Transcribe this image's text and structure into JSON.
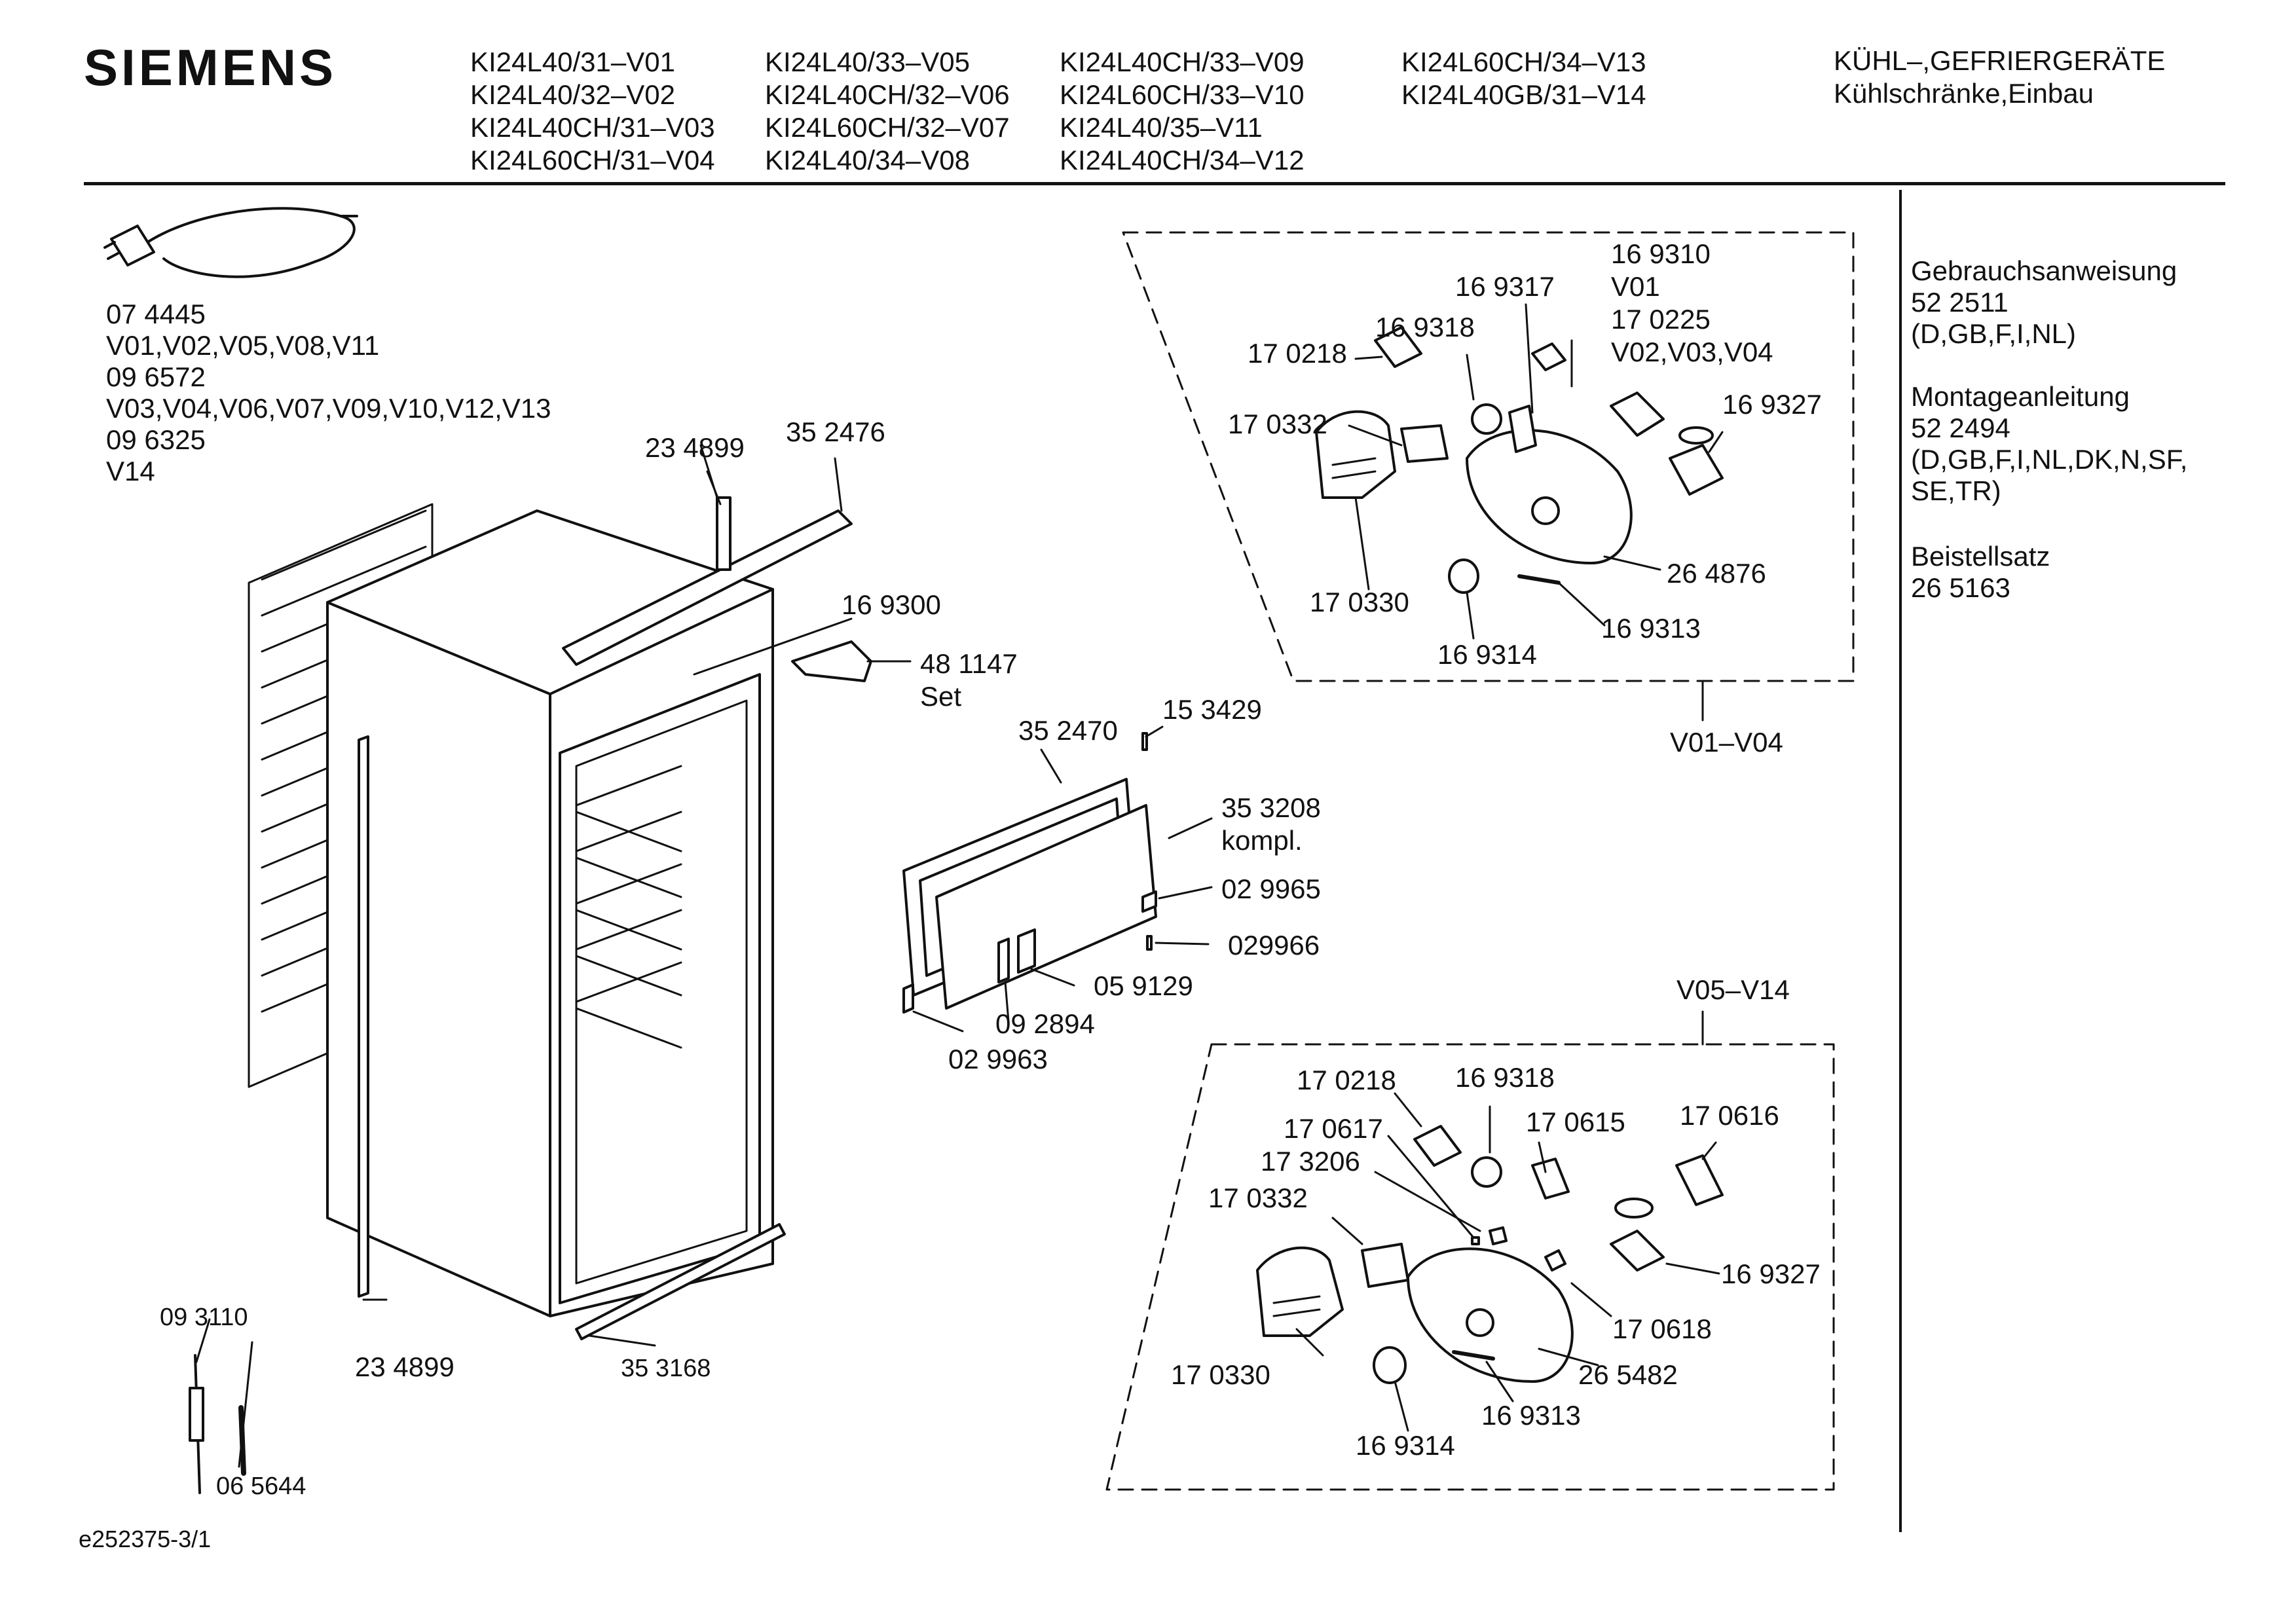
{
  "brand": "SIEMENS",
  "models": [
    [
      "KI24L40/31–V01",
      "KI24L40/32–V02",
      "KI24L40CH/31–V03",
      "KI24L60CH/31–V04"
    ],
    [
      "KI24L40/33–V05",
      "KI24L40CH/32–V06",
      "KI24L60CH/32–V07",
      "KI24L40/34–V08"
    ],
    [
      "KI24L40CH/33–V09",
      "KI24L60CH/33–V10",
      "KI24L40/35–V11",
      "KI24L40CH/34–V12"
    ],
    [
      "KI24L60CH/34–V13",
      "KI24L40GB/31–V14"
    ]
  ],
  "category": {
    "line1": "KÜHL–,GEFRIERGERÄTE",
    "line2": "Kühlschränke,Einbau"
  },
  "sidebar": {
    "manual_title": "Gebrauchsanweisung",
    "manual_text": "52 2511\n(D,GB,F,I,NL)",
    "install_title": "Montageanleitung",
    "install_text": "52 2494\n(D,GB,F,I,NL,DK,N,SF,\nSE,TR)",
    "kit_title": "Beistellsatz",
    "kit_text": "26 5163"
  },
  "power_cord": {
    "text": "07 4445\nV01,V02,V05,V08,V11\n09 6572\nV03,V04,V06,V07,V09,V10,V12,V13\n09 6325\nV14"
  },
  "parts": {
    "p234899_top": "23 4899",
    "p352476": "35 2476",
    "p169300": "16 9300",
    "p481147": "48 1147",
    "p481147_set": "Set",
    "p352470": "35 2470",
    "p153429": "15 3429",
    "p353208": "35 3208",
    "p353208_note": "kompl.",
    "p029965": "02 9965",
    "p029966": "029966",
    "p059129": "05 9129",
    "p092894": "09 2894",
    "p029963": "02 9963",
    "p234899_bottom": "23 4899",
    "p353168": "35 3168",
    "p093110": "09 3110",
    "p065644": "06 5644"
  },
  "group_a": {
    "range": "V01–V04",
    "p169310": "16 9310",
    "p169310_v": "V01",
    "p170225": "17 0225",
    "p170225_v": "V02,V03,V04",
    "p169317": "16 9317",
    "p169318": "16 9318",
    "p170218": "17 0218",
    "p169327": "16 9327",
    "p170332": "17 0332",
    "p264876": "26 4876",
    "p170330": "17 0330",
    "p169313": "16 9313",
    "p169314": "16 9314"
  },
  "group_b": {
    "range": "V05–V14",
    "p170218": "17 0218",
    "p169318": "16 9318",
    "p170617": "17 0617",
    "p170615": "17 0615",
    "p170616": "17 0616",
    "p173206": "17 3206",
    "p170332": "17 0332",
    "p169327": "16 9327",
    "p170618": "17 0618",
    "p170330": "17 0330",
    "p265482": "26 5482",
    "p169313": "16 9313",
    "p169314": "16 9314"
  },
  "footer": "e252375-3/1"
}
